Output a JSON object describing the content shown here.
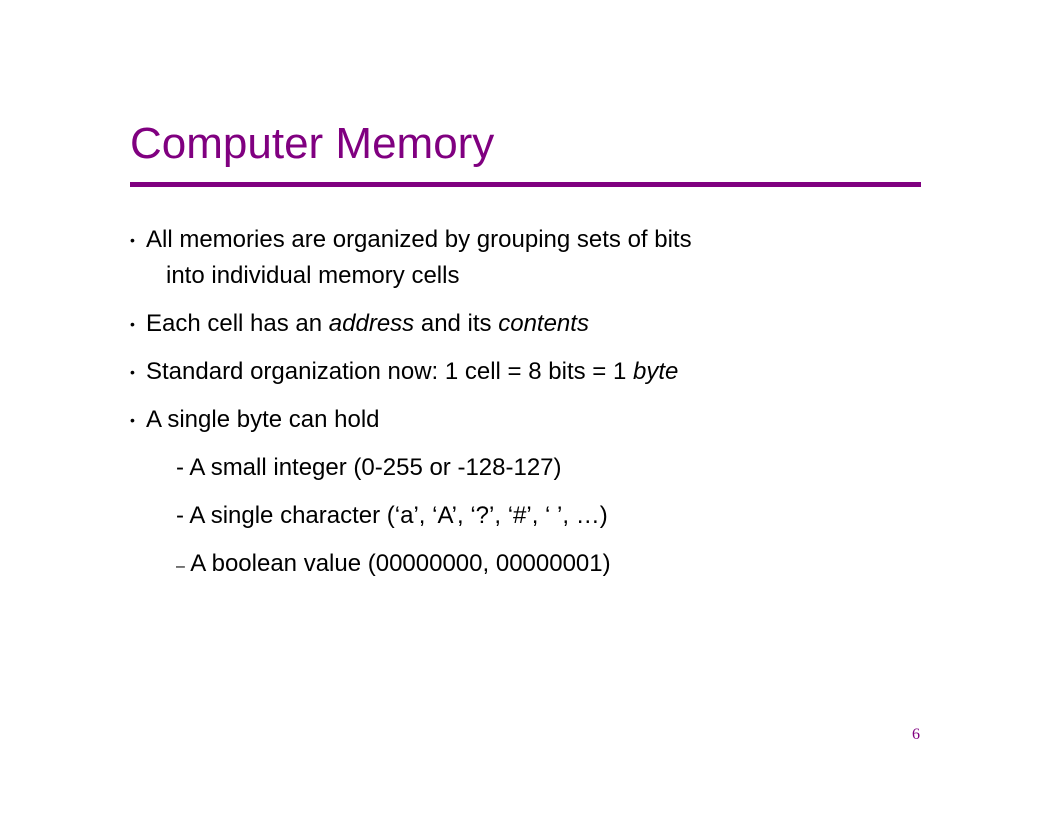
{
  "slide": {
    "title": "Computer Memory",
    "page_number": "6",
    "colors": {
      "accent": "#800080",
      "text": "#000000",
      "background": "#ffffff"
    }
  },
  "bullets": {
    "b1": {
      "line1": "All memories are organized by grouping sets of bits",
      "line2": "into individual memory cells"
    },
    "b2": {
      "pre": "Each cell has an ",
      "em1": "address",
      "mid": " and its ",
      "em2": "contents"
    },
    "b3": {
      "pre": "Standard organization now: 1 cell = 8 bits = 1 ",
      "em": "byte"
    },
    "b4": {
      "text": "A single byte can hold"
    }
  },
  "subitems": {
    "s1": "- A small integer (0-255 or -128-127)",
    "s2": "- A single character (‘a’, ‘A’, ‘?’, ‘#’, ‘    ’, …)",
    "s3_dash": "–",
    "s3_text": " A boolean value (00000000, 00000001)"
  }
}
